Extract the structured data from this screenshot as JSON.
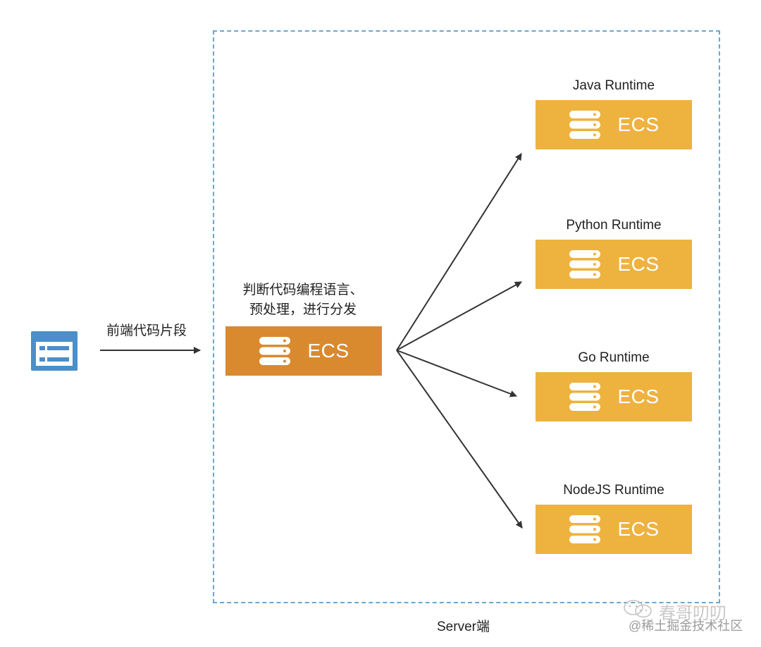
{
  "client": {
    "icon": "browser-window-icon",
    "arrow_label": "前端代码片段"
  },
  "dispatcher": {
    "label_line1": "判断代码编程语言、",
    "label_line2": "预处理，进行分发",
    "box_text": "ECS",
    "icon": "server-stack-icon",
    "color": "#d98a2e"
  },
  "runtimes": [
    {
      "name": "Java Runtime",
      "box_text": "ECS"
    },
    {
      "name": "Python Runtime",
      "box_text": "ECS"
    },
    {
      "name": "Go Runtime",
      "box_text": "ECS"
    },
    {
      "name": "NodeJS Runtime",
      "box_text": "ECS"
    }
  ],
  "runtime_color": "#eeb23f",
  "server_boundary_label": "Server端",
  "boundary_color": "#6aa7d2",
  "watermark": {
    "line1": "春哥叨叨",
    "line2": "@稀土掘金技术社区",
    "icon": "wechat-logo-icon"
  }
}
